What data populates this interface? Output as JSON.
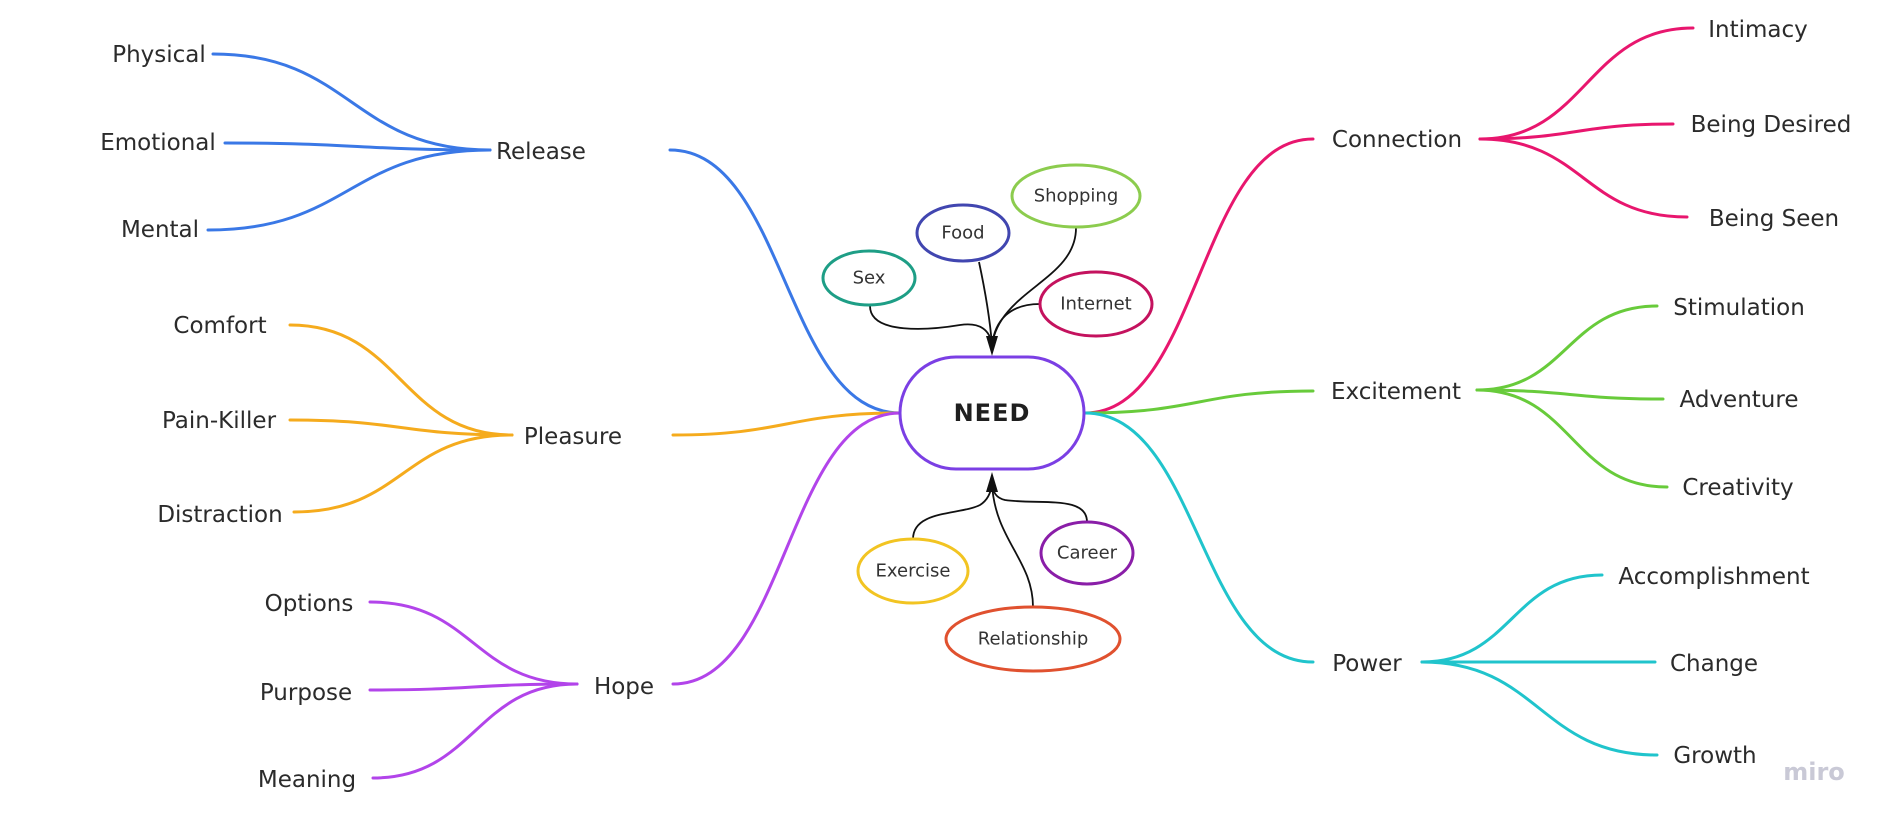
{
  "center": {
    "label": "NEED",
    "color": "#7b3fe4"
  },
  "branches": [
    {
      "label": "Release",
      "color": "#3a78e6",
      "children": [
        "Physical",
        "Emotional",
        "Mental"
      ]
    },
    {
      "label": "Pleasure",
      "color": "#f5ab1d",
      "children": [
        "Comfort",
        "Pain-Killer",
        "Distraction"
      ]
    },
    {
      "label": "Hope",
      "color": "#b244ea",
      "children": [
        "Options",
        "Purpose",
        "Meaning"
      ]
    },
    {
      "label": "Connection",
      "color": "#e8166e",
      "children": [
        "Intimacy",
        "Being Desired",
        "Being Seen"
      ]
    },
    {
      "label": "Excitement",
      "color": "#68cb3b",
      "children": [
        "Stimulation",
        "Adventure",
        "Creativity"
      ]
    },
    {
      "label": "Power",
      "color": "#20c4cc",
      "children": [
        "Accomplishment",
        "Change",
        "Growth"
      ]
    }
  ],
  "inputs_top": [
    {
      "label": "Sex",
      "color": "#1e9e86"
    },
    {
      "label": "Food",
      "color": "#4146b0"
    },
    {
      "label": "Shopping",
      "color": "#8ccc4e"
    },
    {
      "label": "Internet",
      "color": "#c4125e"
    }
  ],
  "inputs_bottom": [
    {
      "label": "Exercise",
      "color": "#f2c422"
    },
    {
      "label": "Relationship",
      "color": "#e0512f"
    },
    {
      "label": "Career",
      "color": "#8a1ea8"
    }
  ],
  "watermark": "miro"
}
